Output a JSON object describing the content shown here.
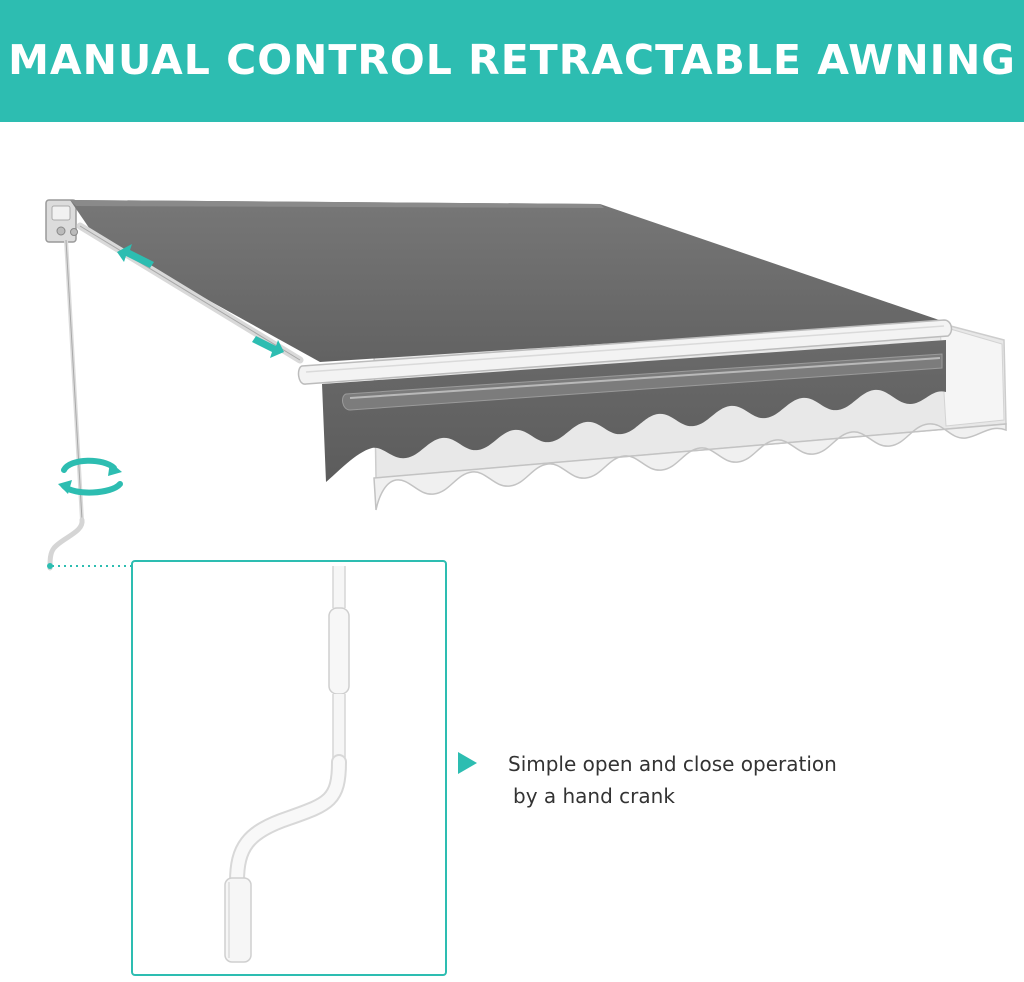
{
  "banner": {
    "title": "MANUAL CONTROL RETRACTABLE AWNING"
  },
  "feature": {
    "line1": "Simple open and close operation",
    "line2": "by a hand crank"
  },
  "colors": {
    "accent": "#2dbdb1",
    "canopy": "#6b6b6b",
    "ghost": "#dcdcdc"
  },
  "icons": {
    "bullet": "triangle-right-icon",
    "motion": [
      "arrow-icon",
      "rotate-icon"
    ]
  }
}
